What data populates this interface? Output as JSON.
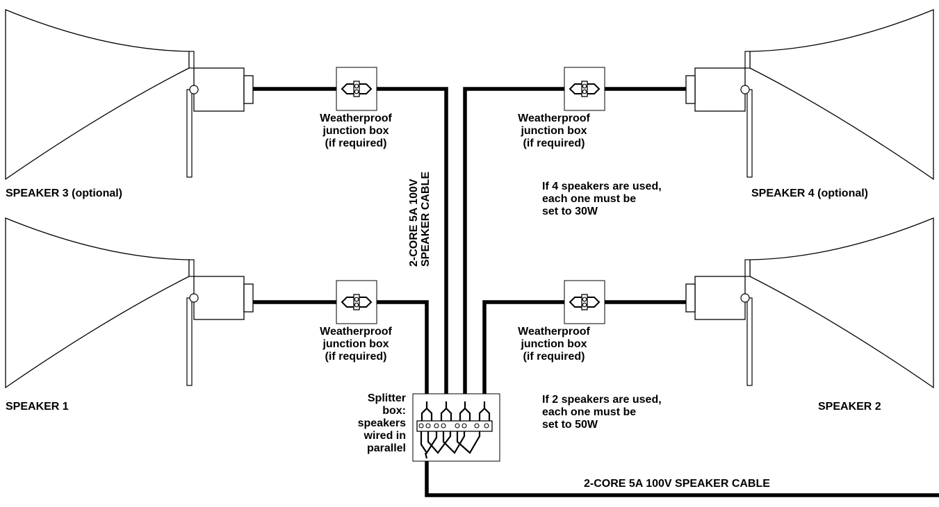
{
  "speakers": {
    "s3": "SPEAKER 3 (optional)",
    "s4": "SPEAKER 4 (optional)",
    "s1": "SPEAKER 1",
    "s2": "SPEAKER 2"
  },
  "junction_box": {
    "line1": "Weatherproof",
    "line2": "junction box",
    "line3": "(if required)"
  },
  "notes": {
    "four_speakers": [
      "If 4 speakers are used,",
      "each one must be",
      "set to 30W"
    ],
    "two_speakers": [
      "If 2 speakers are used,",
      "each one must be",
      "set to 50W"
    ]
  },
  "splitter": [
    "Splitter",
    "box:",
    "speakers",
    "wired in",
    "parallel"
  ],
  "cable": {
    "vertical": [
      "2-CORE 5A 100V",
      "SPEAKER CABLE"
    ],
    "horizontal": "2-CORE 5A 100V SPEAKER CABLE"
  },
  "colors": {
    "line": "#000000",
    "background": "#ffffff"
  }
}
